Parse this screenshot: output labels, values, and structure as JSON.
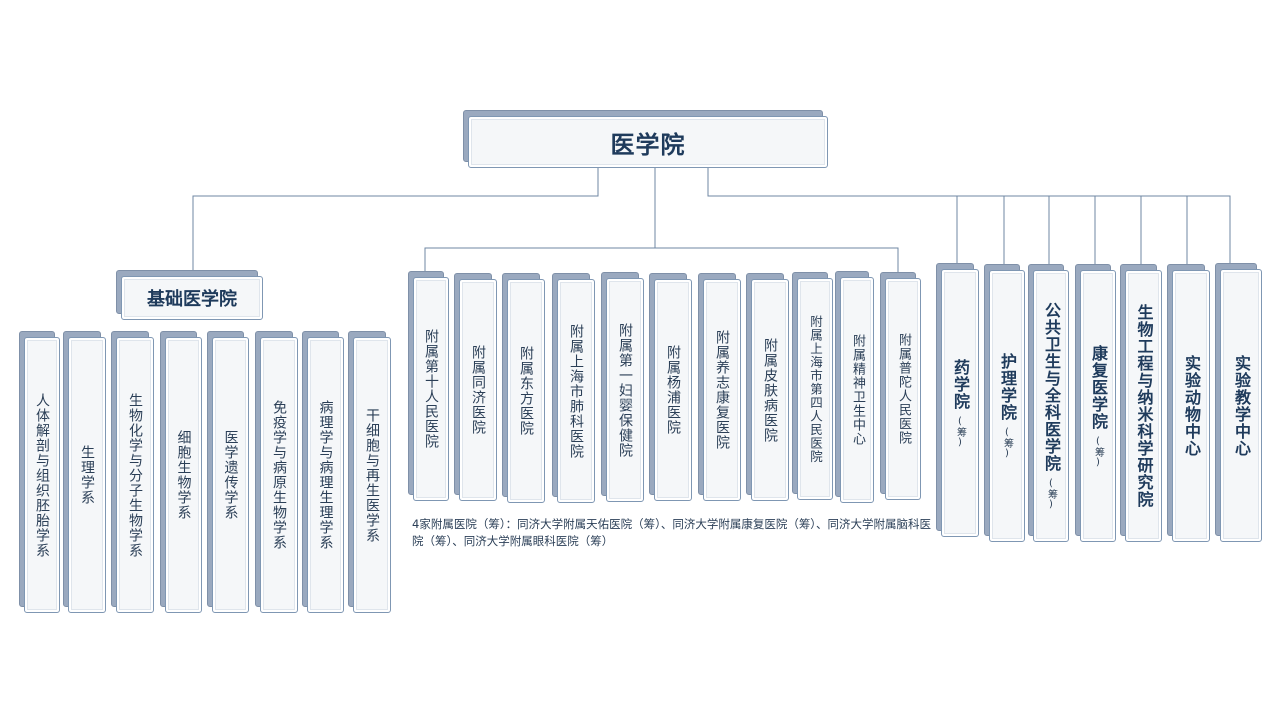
{
  "root": {
    "label": "医学院"
  },
  "basic_school": {
    "label": "基础医学院",
    "departments": [
      "人体解剖与组织胚胎学系",
      "生理学系",
      "生物化学与分子生物学系",
      "细胞生物学系",
      "医学遗传学系",
      "免疫学与病原生物学系",
      "病理学与病理生理学系",
      "干细胞与再生医学系"
    ]
  },
  "hospitals": [
    "附属第十人民医院",
    "附属同济医院",
    "附属东方医院",
    "附属上海市肺科医院",
    "附属第一妇婴保健院",
    "附属杨浦医院",
    "附属养志康复医院",
    "附属皮肤病医院",
    "附属上海市第四人民医院",
    "附属精神卫生中心",
    "附属普陀人民医院"
  ],
  "hospitals_note": "4家附属医院（筹）：同济大学附属天佑医院（筹）、同济大学附属康复医院（筹）、同济大学附属脑科医院（筹）、同济大学附属眼科医院（筹）",
  "schools": [
    {
      "label": "药学院",
      "sub": "(筹)"
    },
    {
      "label": "护理学院",
      "sub": "(筹)"
    },
    {
      "label": "公共卫生与全科医学院",
      "sub": "(筹)"
    },
    {
      "label": "康复医学院",
      "sub": "(筹)"
    },
    {
      "label": "生物工程与纳米科学研究院",
      "sub": ""
    },
    {
      "label": "实验动物中心",
      "sub": ""
    },
    {
      "label": "实验教学中心",
      "sub": ""
    }
  ]
}
